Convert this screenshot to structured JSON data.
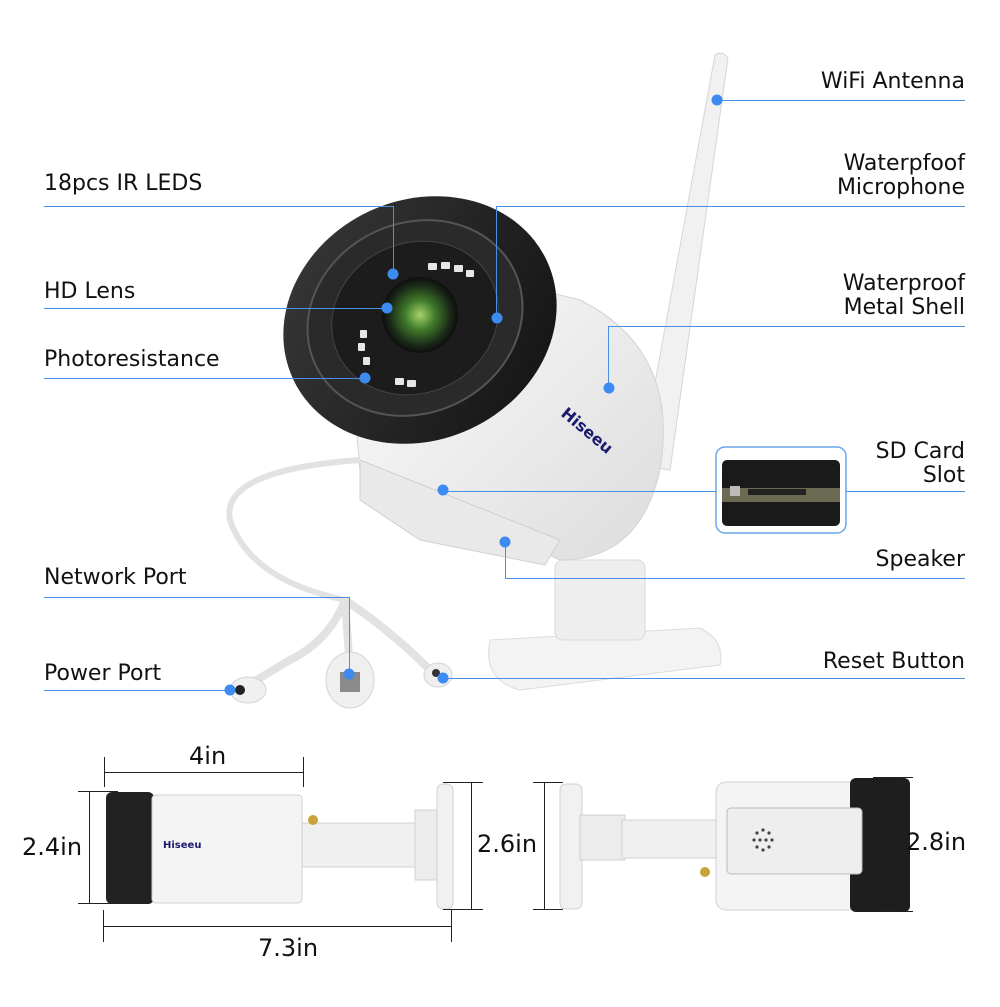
{
  "brand": "Hiseeu",
  "accent_color": "#4a90e2",
  "callouts": {
    "wifi_antenna": "WiFi Antenna",
    "ir_leds": "18pcs IR LEDS",
    "microphone_line1": "Waterpfoof",
    "microphone_line2": "Microphone",
    "hd_lens": "HD Lens",
    "shell_line1": "Waterproof",
    "shell_line2": "Metal Shell",
    "photoresistance": "Photoresistance",
    "sd_line1": "SD Card",
    "sd_line2": "Slot",
    "speaker": "Speaker",
    "network_port": "Network Port",
    "reset_button": "Reset Button",
    "power_port": "Power Port"
  },
  "dimensions": {
    "length_body": "4in",
    "height_left": "2.4in",
    "total_length": "7.3in",
    "mount_height": "2.6in",
    "body_height": "2.8in"
  }
}
